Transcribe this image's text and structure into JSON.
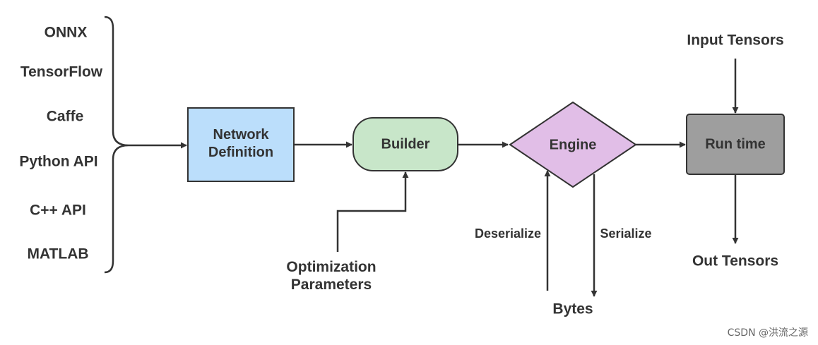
{
  "inputs": [
    "ONNX",
    "TensorFlow",
    "Caffe",
    "Python API",
    "C++ API",
    "MATLAB"
  ],
  "nodes": {
    "network_definition": {
      "line1": "Network",
      "line2": "Definition",
      "fill": "#bbdefb"
    },
    "builder": {
      "label": "Builder",
      "fill": "#c8e6c9"
    },
    "engine": {
      "label": "Engine",
      "fill": "#e1bee7"
    },
    "runtime": {
      "label": "Run time",
      "fill": "#9e9e9e"
    }
  },
  "labels": {
    "optimization_line1": "Optimization",
    "optimization_line2": "Parameters",
    "deserialize": "Deserialize",
    "serialize": "Serialize",
    "bytes": "Bytes",
    "input_tensors": "Input Tensors",
    "out_tensors": "Out Tensors"
  },
  "watermark": "CSDN @洪流之源",
  "colors": {
    "stroke": "#333333"
  }
}
